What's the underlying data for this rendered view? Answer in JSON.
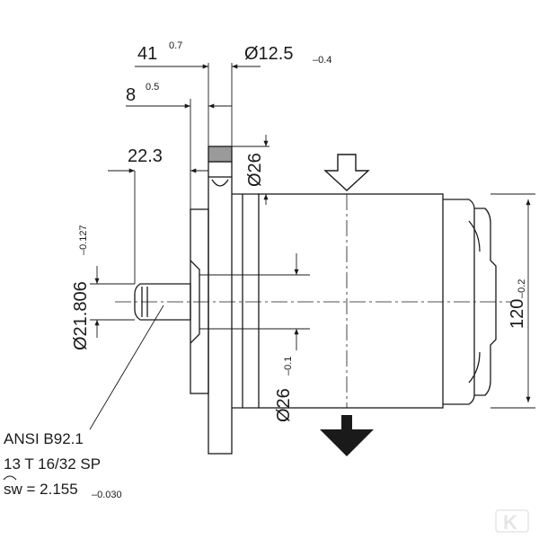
{
  "dimensions": {
    "d41": {
      "value": "41",
      "tol": "0.7"
    },
    "d8": {
      "value": "8",
      "tol": "0.5"
    },
    "d22": {
      "value": "22.3"
    },
    "d12": {
      "value": "Ø12.5",
      "tol": "–0.4"
    },
    "d26top": {
      "value": "Ø26"
    },
    "d21": {
      "value": "Ø21.806",
      "tol": "–0.127"
    },
    "d26b": {
      "value": "Ø26",
      "tol": "–0.1"
    },
    "d120": {
      "value": "120",
      "tol": "–0.2"
    }
  },
  "notes": {
    "line1": "ANSI B92.1",
    "line2": "13 T 16/32 SP",
    "line3_prefix": "sw = 2.155",
    "line3_tol": "–0.030"
  },
  "logo": {
    "glyph": "K"
  },
  "colors": {
    "line": "#1a1a1a",
    "logo": "#e5e5e5"
  }
}
